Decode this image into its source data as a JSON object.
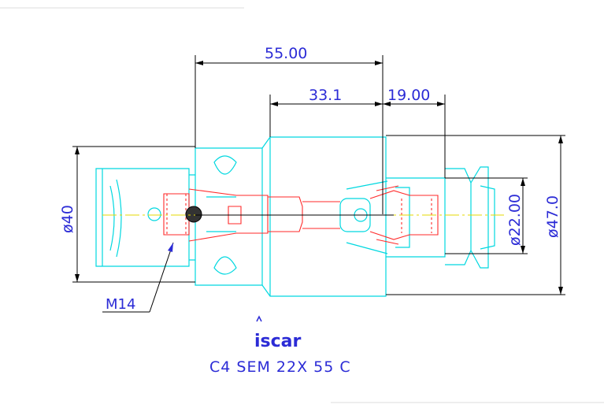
{
  "dimensions": {
    "overall_length": "55.00",
    "body_length": "33.1",
    "nose_length": "19.00",
    "shank_diameter": "ø40",
    "nose_diameter": "ø22.00",
    "body_diameter": "ø47.0"
  },
  "callouts": {
    "thread": "M14"
  },
  "title_block": {
    "brand": "iscar",
    "model": "C4 SEM 22X 55 C"
  },
  "colors": {
    "outline": "#00d8e0",
    "hidden": "#ff2a2a",
    "dimension": "#000000",
    "text": "#2b2bd6",
    "centerline": "#e6d800"
  }
}
